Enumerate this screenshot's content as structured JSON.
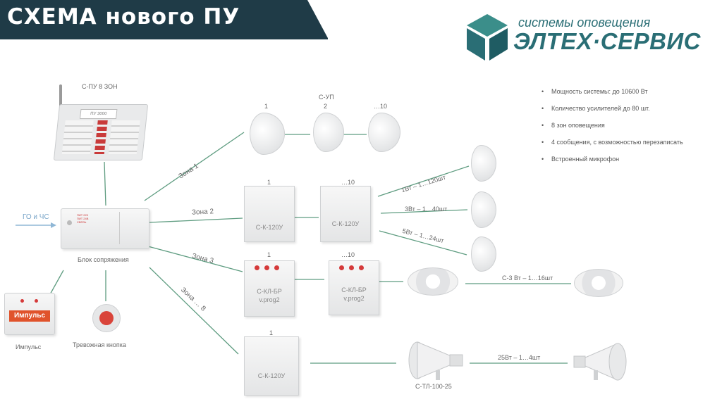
{
  "header": {
    "title": "СХЕМА нового ПУ",
    "logo_subtitle": "системы оповещения",
    "logo_name": "ЭЛТЕХ·СЕРВИС"
  },
  "colors": {
    "header_bg": "#1f3b47",
    "brand": "#2a6e75",
    "link_line": "#5e9c80",
    "arrow": "#8fb7d6"
  },
  "features": [
    "Мощность системы: до 10600 Вт",
    "Количество усилителей до 80 шт.",
    "8 зон оповещения",
    "4 сообщения, с возможностью перезаписать",
    "Встроенный микрофон"
  ],
  "devices": {
    "pu_label": "С-ПУ 8 ЗОН",
    "pu_screen": "ПУ 3000",
    "go_label": "ГО и ЧС",
    "block_label": "Блок сопряжения",
    "block_leds": [
      "ПИТ 220",
      "ПИТ 24В",
      "СВЯЗЬ"
    ],
    "impulse_label": "Импульс",
    "impulse_brand": "Импульс",
    "alarm_label": "Тревожная кнопка"
  },
  "zones": {
    "z1": "Зона 1",
    "z2": "Зона 2",
    "z3": "Зона 3",
    "z8": "Зона … 8"
  },
  "row1": {
    "n1": "1",
    "n2_top": "С-УП",
    "n2": "2",
    "n3": "…10"
  },
  "row2": {
    "n1": "1",
    "amp1": "С-К-120У",
    "n2": "…10",
    "amp2": "С-К-120У",
    "line1": "1Вт – 1…120шт",
    "line2": "3Вт – 1…40шт",
    "line3": "5Вт – 1…24шт"
  },
  "row3": {
    "n1": "1",
    "amp1_a": "С-КЛ-БР",
    "amp1_b": "v.prog2",
    "n2": "…10",
    "amp2_a": "С-КЛ-БР",
    "amp2_b": "v.prog2",
    "ceiling": "С-3 Вт – 1…16шт"
  },
  "row4": {
    "n1": "1",
    "amp": "С-К-120У",
    "horn": "С-ТЛ-100-25",
    "line": "25Вт – 1…4шт"
  }
}
